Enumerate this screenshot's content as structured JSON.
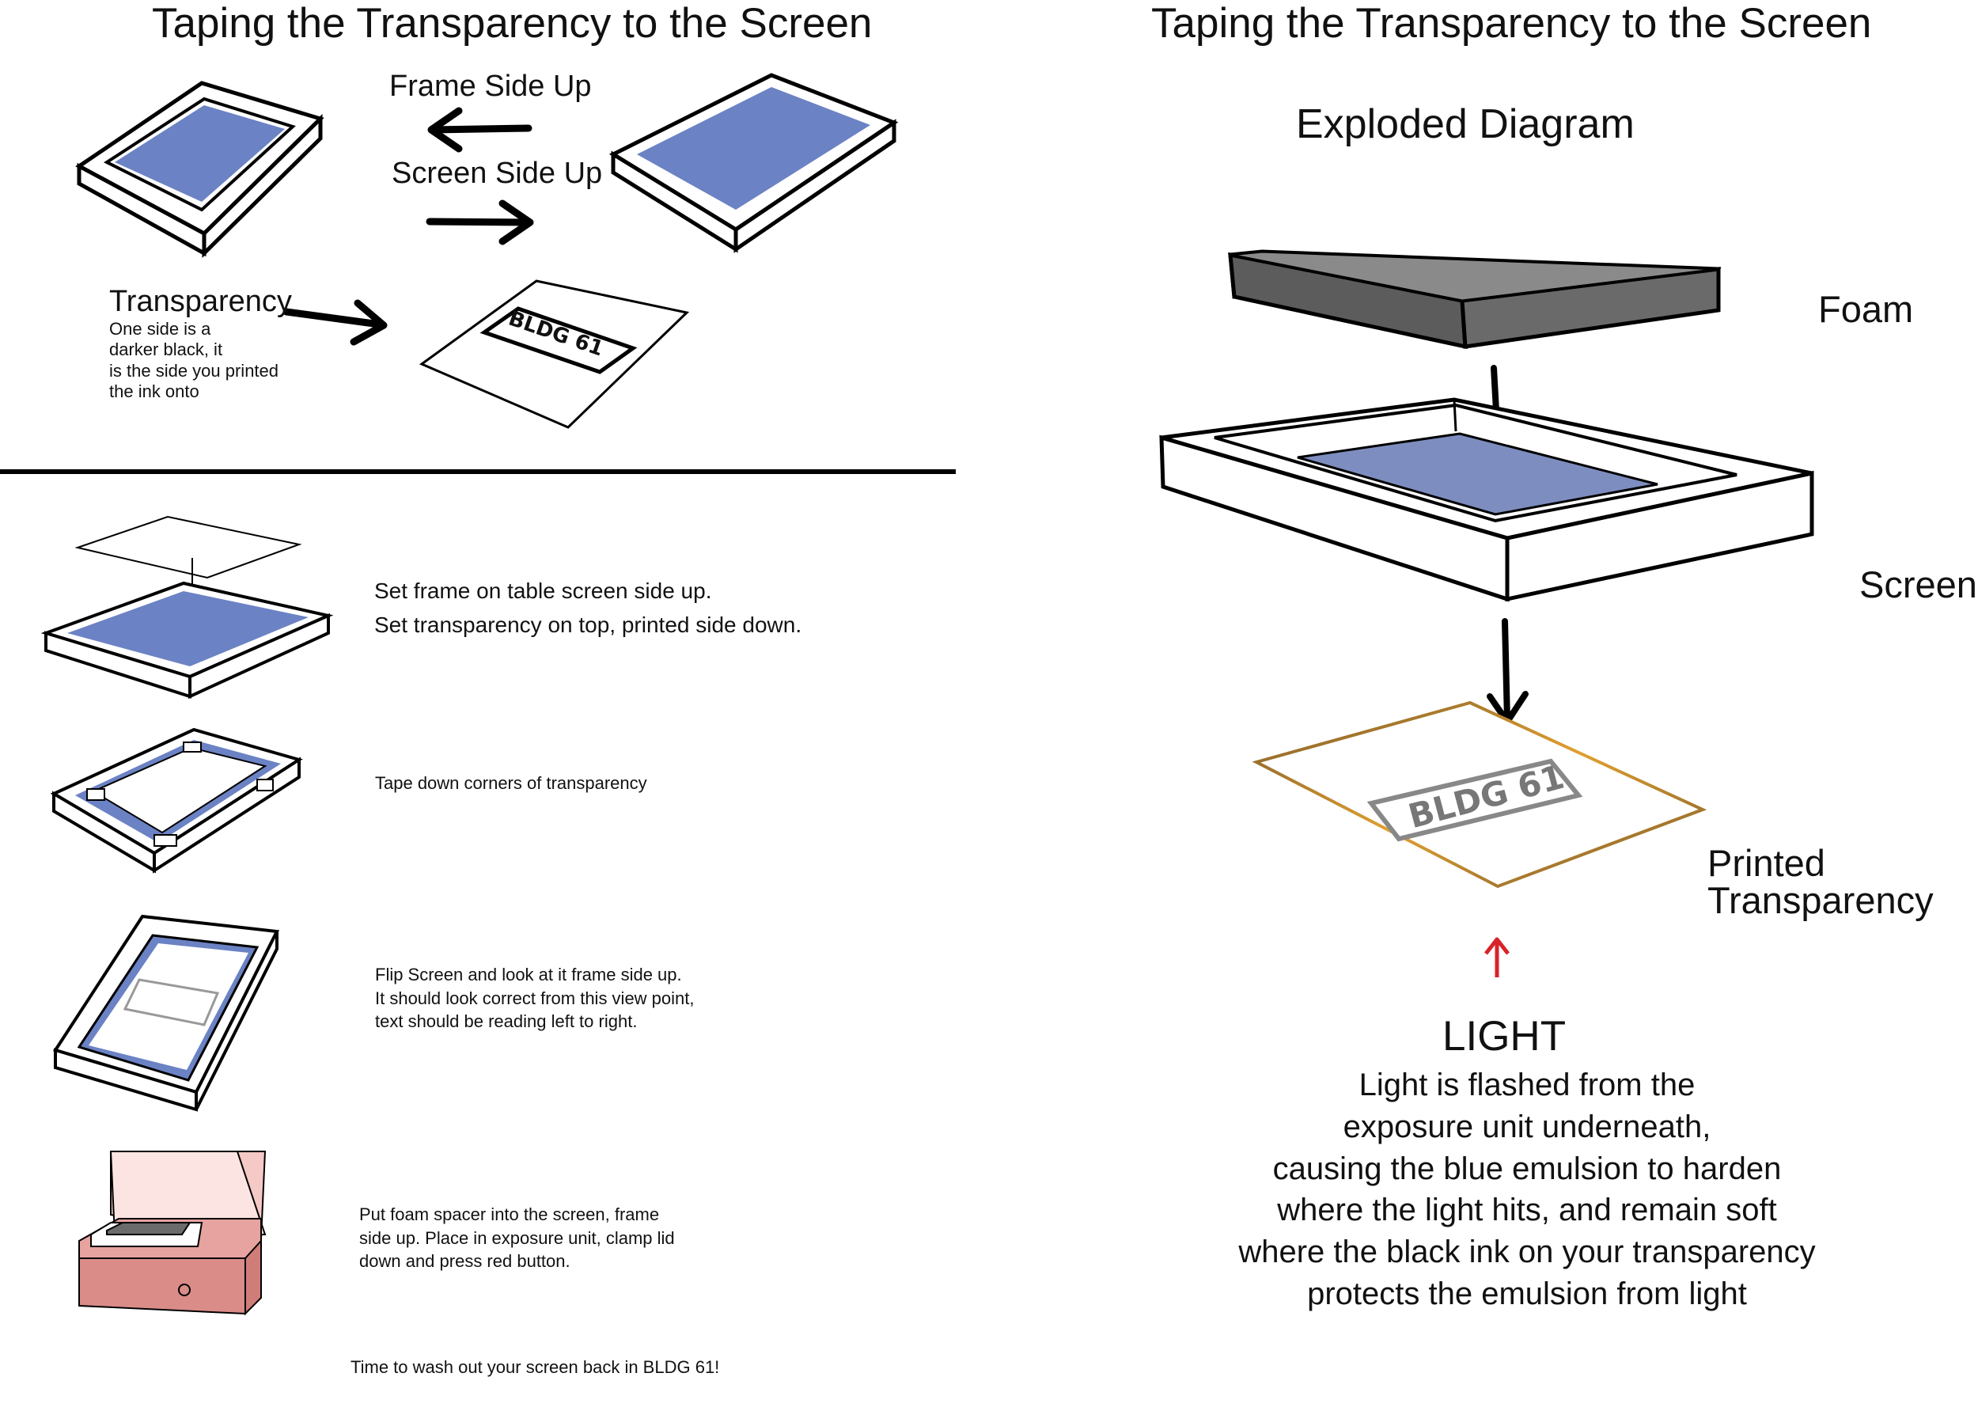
{
  "left": {
    "title": "Taping the Transparency to the Screen",
    "frame_side_up": "Frame Side Up",
    "screen_side_up": "Screen Side Up",
    "transparency_label": "Transparency",
    "transparency_note": [
      "One side is a",
      "darker black, it",
      "is the side you printed",
      "the ink onto"
    ],
    "logo_text": "BLDG 61",
    "steps": [
      {
        "lines": [
          "Set frame on table screen side up.",
          "Set transparency on top, printed side down."
        ]
      },
      {
        "lines": [
          "Tape down corners of transparency"
        ]
      },
      {
        "lines": [
          "Flip Screen and look at it frame side up.",
          "It should look correct from this view point,",
          "text should be reading left to right."
        ]
      },
      {
        "lines": [
          "Put foam spacer into the screen, frame",
          "side up. Place in exposure unit, clamp lid",
          "down and press red button."
        ]
      }
    ],
    "footer": "Time to wash out your screen back in BLDG 61!"
  },
  "right": {
    "title": "Taping the Transparency to the Screen",
    "subtitle": "Exploded Diagram",
    "foam_label": "Foam",
    "screen_label": "Screen",
    "printed_label_1": "Printed",
    "printed_label_2": "Transparency",
    "light_label": "LIGHT",
    "light_text": [
      "Light is flashed from the",
      "exposure unit underneath,",
      "causing the blue emulsion to harden",
      "where the light hits, and remain soft",
      "where the black ink on your transparency",
      "protects the emulsion from light"
    ]
  },
  "colors": {
    "emulsion_blue": "#6b82c4",
    "emulsion_blue_dark": "#7d8dbf",
    "foam_top": "#8a8a8a",
    "foam_side": "#5c5c5c",
    "exposure_unit": "#d98c88",
    "transparency_edge": "#c98a2a",
    "light_arrow": "#d8232a"
  }
}
